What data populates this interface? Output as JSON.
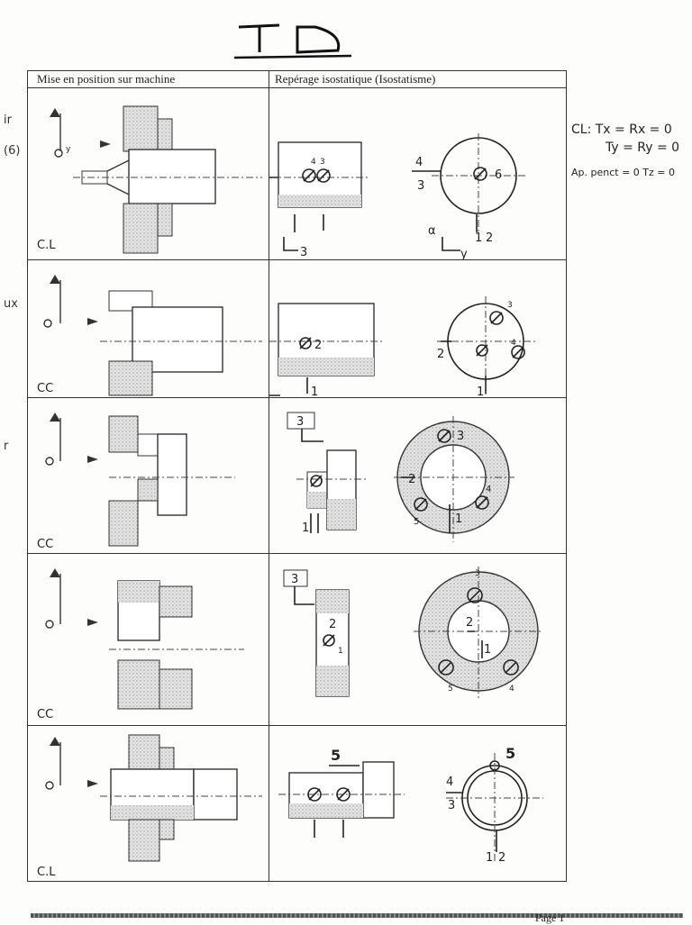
{
  "title": "T D",
  "side_labels": [
    "ir",
    "(6)",
    "ux",
    "r"
  ],
  "notes": {
    "line1": "CL: Tx = Rx = 0",
    "line2": "Ty = Ry = 0",
    "line3": "Ap. penct = 0 Tz = 0"
  },
  "table": {
    "headers": [
      "Mise en position sur machine",
      "Repérage isostatique (Isostatisme)"
    ],
    "rows": [
      {
        "mode": "C.L",
        "labels": [
          "6",
          "4",
          "3",
          "α",
          "3",
          "1",
          "2",
          "4",
          "3",
          "6",
          "α",
          "y"
        ]
      },
      {
        "mode": "CC",
        "labels": [
          "2",
          "1",
          "3",
          "3",
          "2",
          "4",
          "1"
        ]
      },
      {
        "mode": "CC",
        "labels": [
          "3",
          "1",
          "2",
          "3",
          "4",
          "5",
          "1"
        ]
      },
      {
        "mode": "CC",
        "labels": [
          "3",
          "2",
          "1",
          "3",
          "2",
          "1",
          "5",
          "4"
        ]
      },
      {
        "mode": "C.L",
        "labels": [
          "5",
          "4",
          "3",
          "5",
          "1",
          "2"
        ]
      }
    ]
  },
  "footer": {
    "page": "Page 1"
  }
}
